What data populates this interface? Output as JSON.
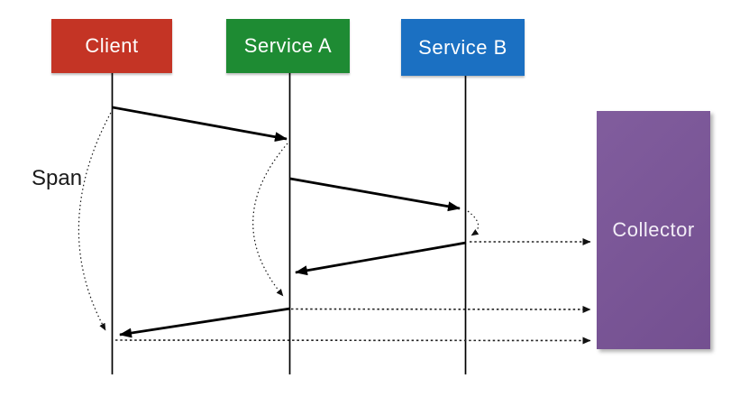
{
  "diagram": {
    "title": "distributed-tracing-sequence-diagram",
    "span_label": "Span",
    "actors": [
      {
        "id": "client",
        "label": "Client",
        "color": "#c43425"
      },
      {
        "id": "service-a",
        "label": "Service A",
        "color": "#1e8b33"
      },
      {
        "id": "service-b",
        "label": "Service B",
        "color": "#1b70c2"
      }
    ],
    "collector": {
      "label": "Collector",
      "color": "#7a5498"
    },
    "text_color": "#ffffff",
    "line_color": "#000000",
    "flows": [
      {
        "from": "client",
        "to": "service-a",
        "style": "solid"
      },
      {
        "from": "service-a",
        "to": "service-b",
        "style": "solid"
      },
      {
        "from": "service-b",
        "to": "service-a",
        "style": "solid"
      },
      {
        "from": "service-a",
        "to": "client",
        "style": "solid"
      },
      {
        "from": "service-b",
        "to": "collector",
        "style": "dotted"
      },
      {
        "from": "service-a",
        "to": "collector",
        "style": "dotted"
      },
      {
        "from": "client",
        "to": "collector",
        "style": "dotted"
      }
    ],
    "span_brackets": [
      {
        "on": "client"
      },
      {
        "on": "service-a"
      },
      {
        "on": "service-b"
      }
    ]
  }
}
